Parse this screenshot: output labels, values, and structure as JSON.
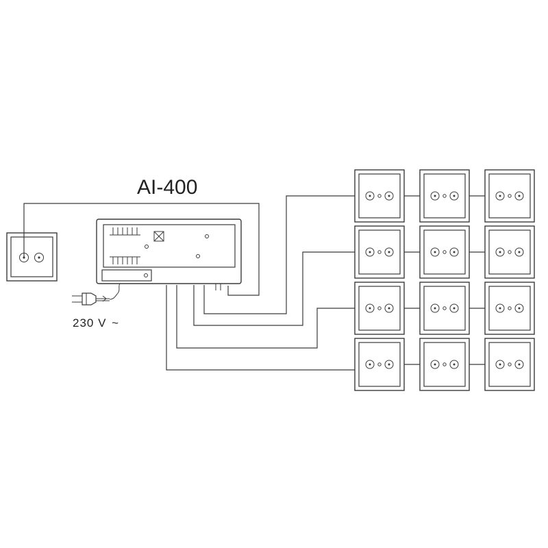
{
  "diagram": {
    "title": "AI-400",
    "power_label": "230 V",
    "power_symbol": "~",
    "input_socket_icon": "antenna-socket-icon",
    "outlet_socket_icon": "tv-outlet-icon",
    "amplifier_icon": "amplifier-unit-icon",
    "plug_icon": "power-plug-icon",
    "line_color": "#3a3a3a",
    "outlet_rows": 4,
    "outlets_per_row": 3
  }
}
